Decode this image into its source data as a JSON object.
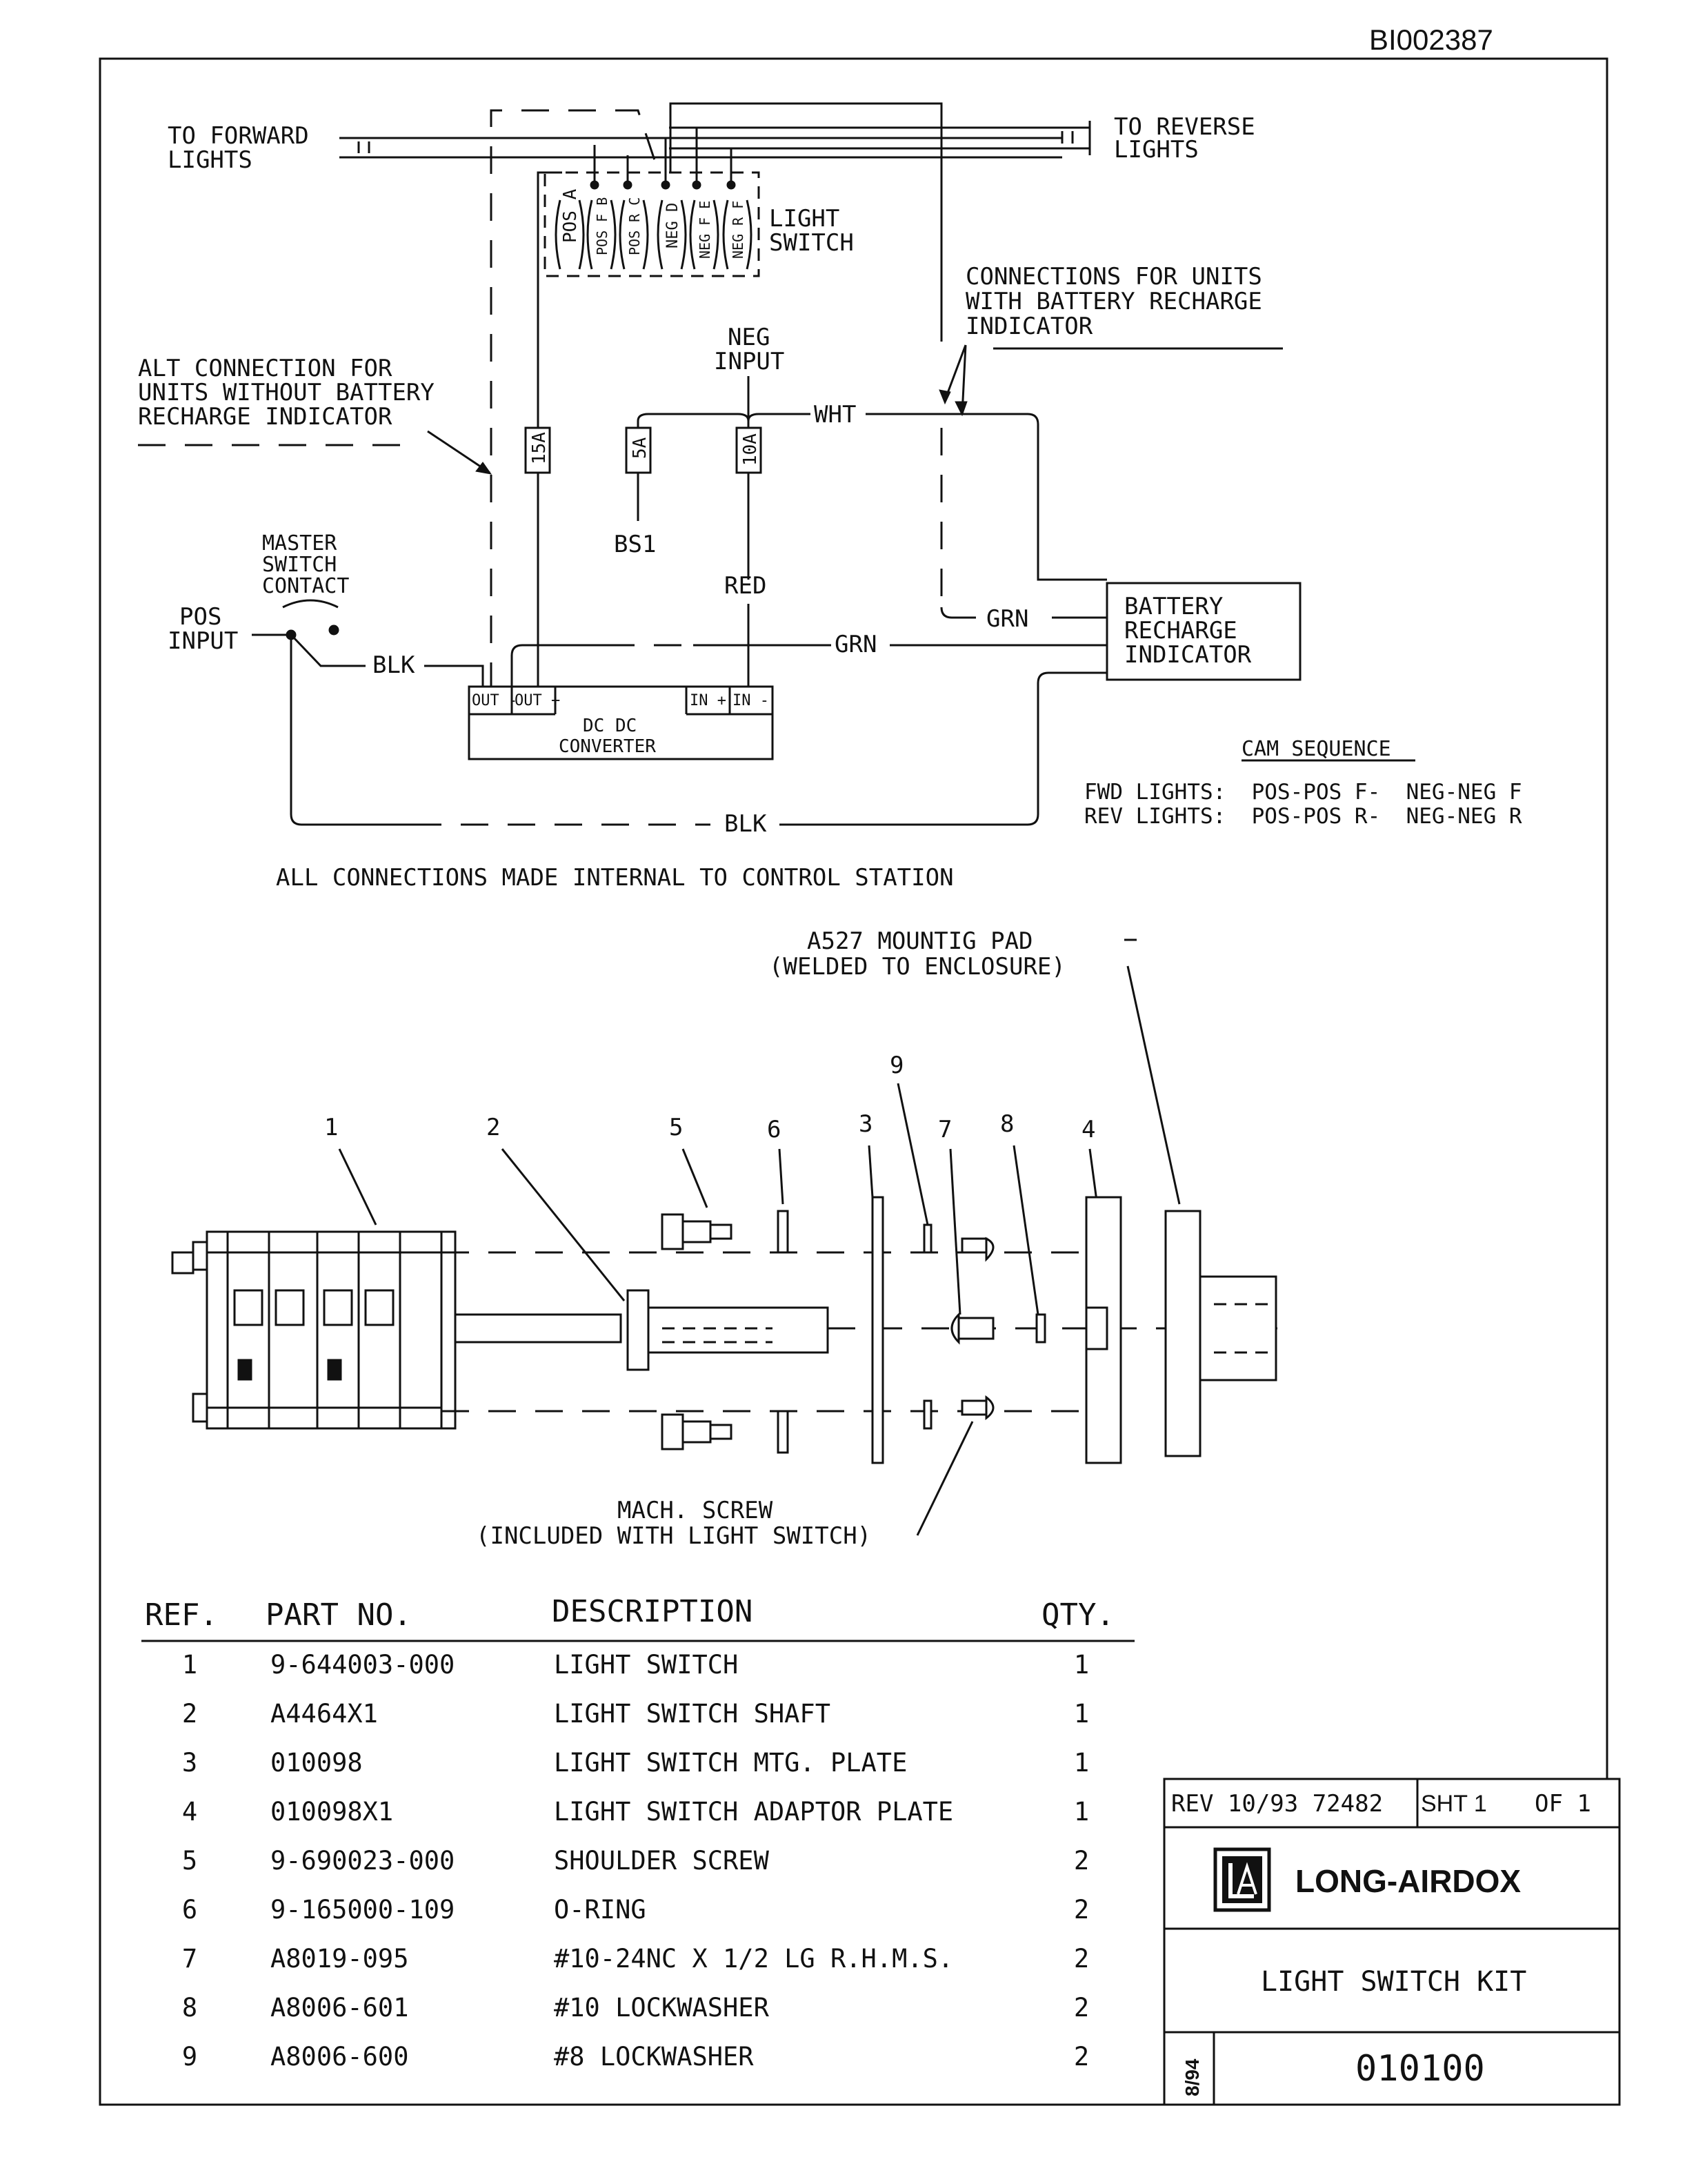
{
  "doc_id": "BI002387",
  "schematic": {
    "to_forward_lights": [
      "TO FORWARD",
      "LIGHTS"
    ],
    "to_reverse_lights": [
      "TO REVERSE",
      "LIGHTS"
    ],
    "light_switch": [
      "LIGHT",
      "SWITCH"
    ],
    "switch_contacts": [
      "POS A",
      "POS F B",
      "POS R C",
      "NEG D",
      "NEG F E",
      "NEG R F"
    ],
    "connections_note": [
      "CONNECTIONS FOR UNITS",
      "WITH BATTERY RECHARGE",
      "INDICATOR"
    ],
    "neg_input": [
      "NEG",
      "INPUT"
    ],
    "alt_connection": [
      "ALT CONNECTION FOR",
      "UNITS WITHOUT BATTERY",
      "RECHARGE INDICATOR"
    ],
    "fuse_15a": "15A",
    "fuse_5a": "5A",
    "fuse_10a": "10A",
    "wht": "WHT",
    "bs1": "BS1",
    "red": "RED",
    "master_switch": [
      "MASTER",
      "SWITCH",
      "CONTACT"
    ],
    "pos_input": [
      "POS",
      "INPUT"
    ],
    "blk_1": "BLK",
    "blk_2": "BLK",
    "grn_1": "GRN",
    "grn_2": "GRN",
    "battery_indicator": [
      "BATTERY",
      "RECHARGE",
      "INDICATOR"
    ],
    "converter_terminals": [
      "OUT -",
      "OUT +",
      "IN +",
      "IN -"
    ],
    "converter_label": [
      "DC DC",
      "CONVERTER"
    ],
    "cam_sequence_title": "CAM SEQUENCE",
    "cam_fwd": "FWD LIGHTS:  POS-POS F-  NEG-NEG F",
    "cam_rev": "REV LIGHTS:  POS-POS R-  NEG-NEG R",
    "internal_note": "ALL CONNECTIONS MADE INTERNAL TO CONTROL STATION"
  },
  "exploded": {
    "mounting_pad": [
      "A527 MOUNTIG PAD",
      "(WELDED TO ENCLOSURE)"
    ],
    "callouts": [
      "1",
      "2",
      "5",
      "6",
      "3",
      "9",
      "7",
      "8",
      "4"
    ],
    "mach_screw": [
      "MACH. SCREW",
      "(INCLUDED WITH LIGHT SWITCH)"
    ]
  },
  "parts_table": {
    "headers": [
      "REF.",
      "PART NO.",
      "DESCRIPTION",
      "QTY."
    ],
    "rows": [
      [
        "1",
        "9-644003-000",
        "LIGHT SWITCH",
        "1"
      ],
      [
        "2",
        "A4464X1",
        "LIGHT SWITCH SHAFT",
        "1"
      ],
      [
        "3",
        "010098",
        "LIGHT SWITCH MTG. PLATE",
        "1"
      ],
      [
        "4",
        "010098X1",
        "LIGHT SWITCH ADAPTOR PLATE",
        "1"
      ],
      [
        "5",
        "9-690023-000",
        "SHOULDER SCREW",
        "2"
      ],
      [
        "6",
        "9-165000-109",
        "O-RING",
        "2"
      ],
      [
        "7",
        "A8019-095",
        "#10-24NC X 1/2 LG R.H.M.S.",
        "2"
      ],
      [
        "8",
        "A8006-601",
        "#10 LOCKWASHER",
        "2"
      ],
      [
        "9",
        "A8006-600",
        "#8 LOCKWASHER",
        "2"
      ]
    ]
  },
  "title_block": {
    "rev": "REV 10/93 72482",
    "sheet": "SHT 1",
    "of": "OF 1",
    "company": "LONG-AIRDOX",
    "title": "LIGHT SWITCH KIT",
    "date": "8/94",
    "drawing_no": "010100"
  }
}
